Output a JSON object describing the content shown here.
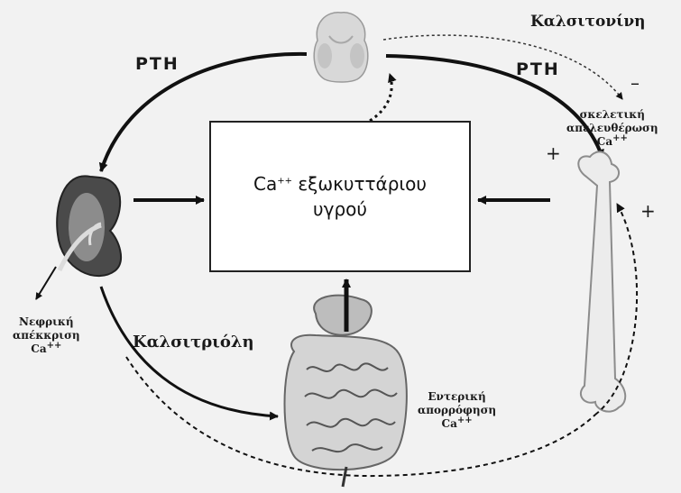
{
  "labels": {
    "pth_left": "PTH",
    "pth_right": "PTH",
    "calcitonin": "Καλσιτονίνη",
    "calcitriol": "Καλσιτριόλη",
    "minus": "–",
    "plus_bone_top": "+",
    "plus_bone_right": "+"
  },
  "center": {
    "line1_prefix": "Ca",
    "line1_sup": "++",
    "line1_suffix": "εξωκυττάριου",
    "line2": "υγρού"
  },
  "skeletal_release": {
    "line1": "σκελετική",
    "line2": "απελευθέρωση",
    "ca": "Ca",
    "sup": "++"
  },
  "renal_excretion": {
    "line1": "Νεφρική",
    "line2": "απέκκριση",
    "ca": "Ca",
    "sup": "++"
  },
  "intestinal_absorption": {
    "line1": "Εντερική",
    "line2": "απορρόφηση",
    "ca": "Ca",
    "sup": "++"
  },
  "colors": {
    "ink": "#1a1a1a",
    "organ": "#8c8c8c",
    "background": "#f2f2f2"
  }
}
